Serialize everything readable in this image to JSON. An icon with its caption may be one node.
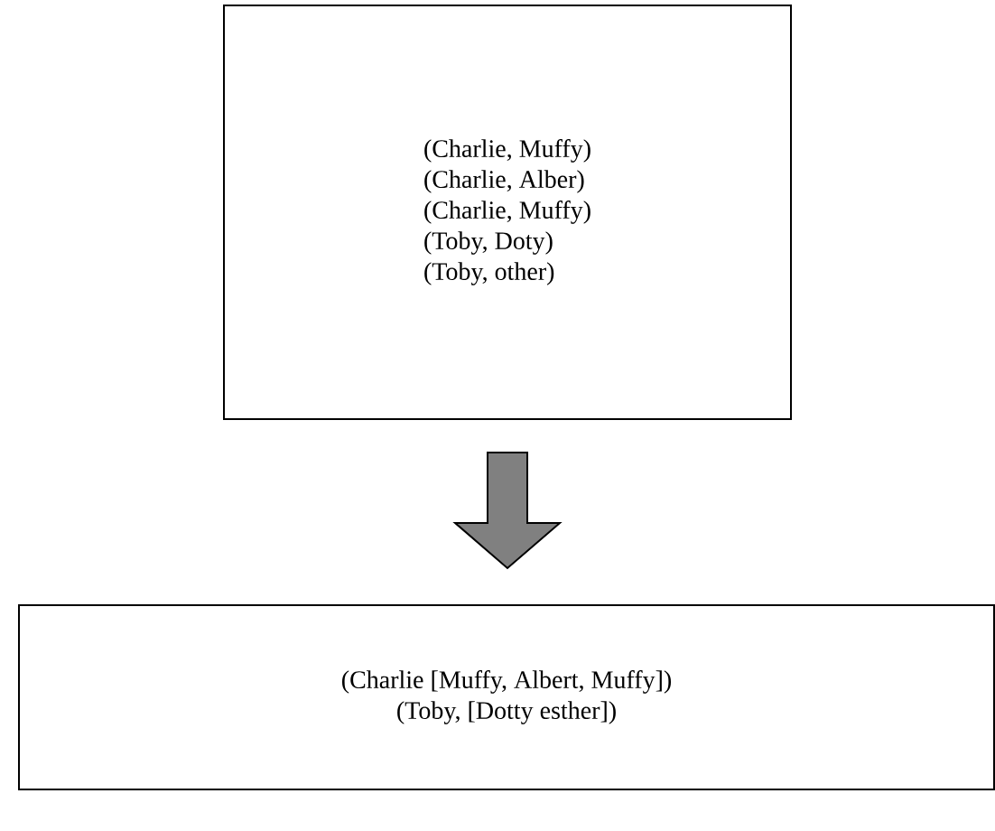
{
  "diagram": {
    "nodes": [
      {
        "text": [
          "(Charlie, Muffy)",
          "(Charlie, Alber)",
          "(Charlie, Muffy)",
          "(Toby, Doty)",
          "(Toby, other)"
        ]
      },
      {
        "text": [
          "(Charlie [Muffy, Albert, Muffy])",
          "(Toby, [Dotty esther])"
        ]
      }
    ],
    "edges": [
      {
        "from": 0,
        "to": 1,
        "arrow": "to"
      }
    ]
  }
}
